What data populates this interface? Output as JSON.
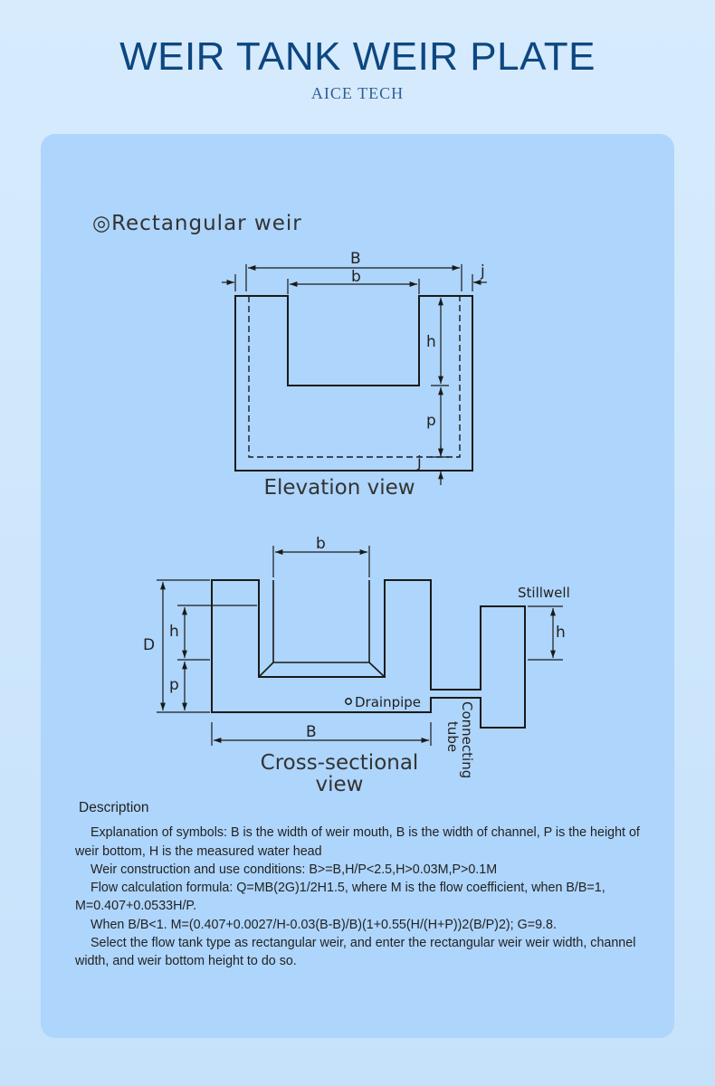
{
  "header": {
    "title": "WEIR TANK WEIR PLATE",
    "subtitle": "AICE TECH"
  },
  "section": {
    "heading": "◎Rectangular weir"
  },
  "elevation": {
    "caption": "Elevation view",
    "labels": {
      "B": "B",
      "b": "b",
      "j_top": "j",
      "h": "h",
      "p": "p",
      "j_bottom": "j"
    }
  },
  "cross_section": {
    "caption_line1": "Cross-sectional",
    "caption_line2": "view",
    "labels": {
      "b": "b",
      "D": "D",
      "h": "h",
      "p": "p",
      "B": "B",
      "drainpipe": "Drainpipe",
      "stillwell": "Stillwell",
      "stillwell_h": "h",
      "connecting_tube": "Connecting tube",
      "connecting_line1": "Connecting",
      "connecting_line2": "tube"
    }
  },
  "description": {
    "title": "Description",
    "paragraphs": [
      "Explanation of symbols: B is the width of weir mouth, B is the width of channel, P is the height of weir bottom, H is the measured water head",
      "Weir construction and use conditions: B>=B,H/P<2.5,H>0.03M,P>0.1M",
      "Flow calculation formula: Q=MB(2G)1/2H1.5, where M is the flow coefficient, when B/B=1, M=0.407+0.0533H/P.",
      "When B/B<1. M=(0.407+0.0027/H-0.03(B-B)/B)(1+0.55(H/(H+P))2(B/P)2); G=9.8.",
      "Select the flow tank type as rectangular weir, and enter the rectangular weir weir width, channel width, and weir bottom height to do so."
    ]
  },
  "colors": {
    "title": "#0d4781",
    "card": "#aed5fb",
    "line": "#1a1a1a"
  }
}
